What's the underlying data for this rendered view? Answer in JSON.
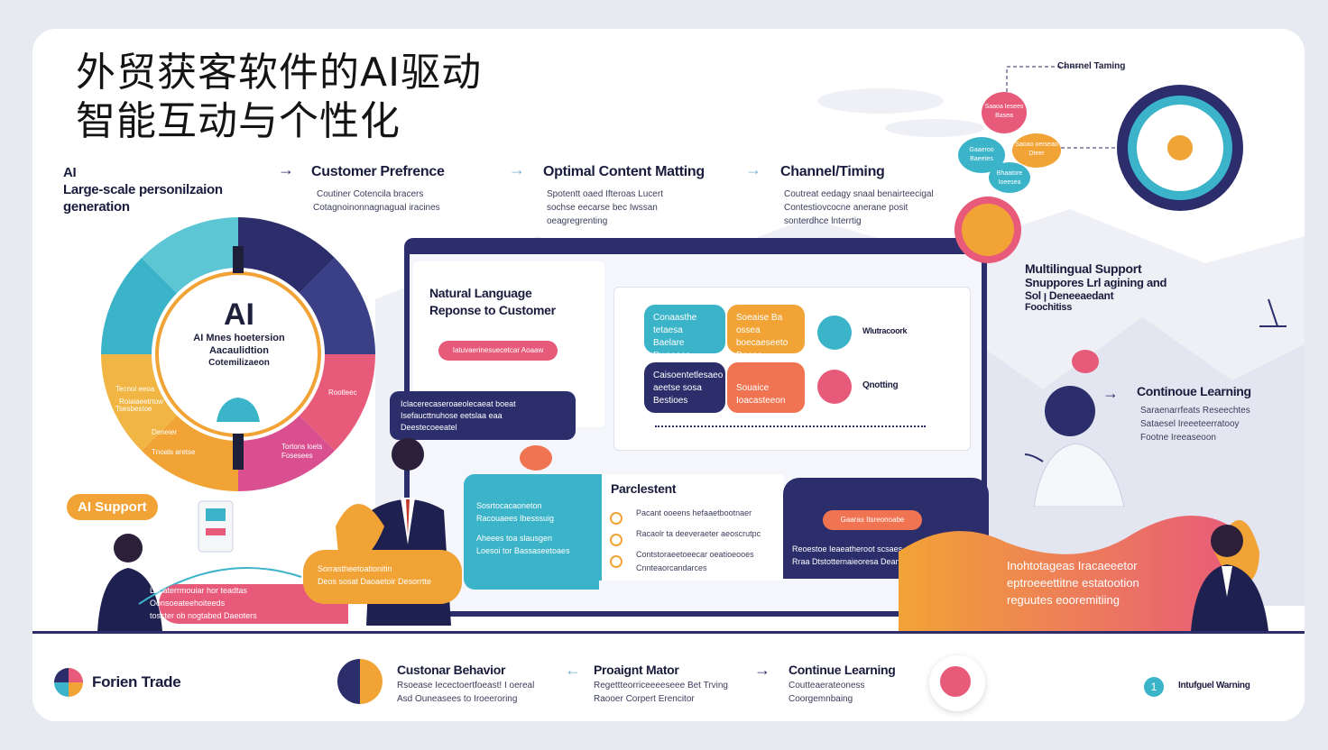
{
  "title": {
    "line1": "外贸获客软件的AI驱动",
    "line2": "智能互动与个性化"
  },
  "top_section": {
    "left_label": {
      "line1": "AI",
      "line2": "Large-scale personilzaion",
      "line3": "generation"
    },
    "items": [
      {
        "title": "Customer Prefrence",
        "desc1": "Coutiner Cotencila bracers",
        "desc2": "Cotagnoinonnagnagual iracines"
      },
      {
        "title": "Optimal Content Matting",
        "desc1": "Spotentt oaed Ifteroas Lucert",
        "desc2": "sochse eecarse bec Iwssan",
        "desc3": "oeagregrenting"
      },
      {
        "title": "Channel/Timing",
        "desc1": "Coutreat eedagy snaal benairteecigal",
        "desc2": "Contestiovcocne anerane posit",
        "desc3": "sonterdhce lnterrtig"
      }
    ]
  },
  "wheel": {
    "center_big": "AI",
    "center_line1": "AI Mnes hoetersion",
    "center_line2": "Aacaulidtion",
    "center_line3": "Cotemilizaeon",
    "seg_labels": [
      "Tecnol eeoa",
      "Roiaiaeetrtow",
      "Deneier",
      "Tnoals aretse",
      "Rootleec",
      "Tortons loets",
      "Fosesees",
      "Tsesbestoe"
    ]
  },
  "ai_support": "AI Support",
  "left_person_text": {
    "line1": "Locaterrmouiar hor teadtas",
    "line2": "Oonsoeateehoiteeds",
    "line3": "toscter ob nogtabed Daeoters"
  },
  "monitor": {
    "nl_title_1": "Natural Language",
    "nl_title_2": "Reponse to Customer",
    "nl_button": "Iatuvaerinesuecetcar Aoaaw",
    "tiles": [
      "Conaasthe tetaesa Baelare Dwseaes",
      "Soeaise Ba ossea boecaeseeto Desee",
      "Caisoentetlesaeo aeetse sosa Bestioes",
      "Souaice Ioacasteeon"
    ],
    "right_items": [
      "Wlutracoork",
      "Qnotting"
    ]
  },
  "dark_panel": {
    "line1": "Iclacerecaseroaeolecaeat boeat",
    "line2": "Isefaucttnuhose eetslaa eaa",
    "line3": "Deestecoeeatel"
  },
  "orange_bubble": {
    "line1": "Sorrastheetoationitin",
    "line2": "Deos sosat Daoaetoir Desorrtte"
  },
  "teal_panel": {
    "line1": "Sosrtocacaoneton",
    "line2": "Racouaees Ibesssuig",
    "line3": "Aheees toa slausgen",
    "line4": "Loesoi tor Bassaseetoaes"
  },
  "personalized": {
    "title": "Parclestent",
    "items": [
      "Pacant ooeens hefaaetbootnaer",
      "Racaolr ta deeveraeter aeoscrutpc",
      "Contstoraeetoeecar oeatioeooes Cnnteaorcandarces"
    ]
  },
  "right_panel": {
    "pill": "Gaaras Itsreonoabe",
    "line1": "Reoestoe Ieaeatheroot scsaes",
    "line2": "Rraa Dtstotternaieoresa Deane"
  },
  "right_orange_text": {
    "line1": "Inohtotageas Iracaeeetor",
    "line2": "eptroeeettitne estatootion",
    "line3": "reguutes eooremitiing"
  },
  "channel_timing_top": "Chnrnel Taming",
  "multilingual": {
    "title": "Multilingual Support",
    "line1": "Snuppores Lrl agining and",
    "line2": "Sol ꞁ Deneeaedant",
    "line3": "Foochitiss"
  },
  "continuous_right": {
    "title": "Continoue Learning",
    "line1": "Saraenarrfeats Reseechtes",
    "line2": "Sataesel Ireeeteerratooy",
    "line3": "Footne Ireeaseoon"
  },
  "bubbles": [
    "Saaoa Iesees Basea",
    "Gaaeroo Baeetes",
    "Saoao oerseao Dteer",
    "Bhaatore Ioeesea"
  ],
  "bottom": {
    "logo_text": "Forien Trade",
    "items": [
      {
        "title": "Custonar Behavior",
        "line1": "Rsoease Iecectoertfoeast! I oereal",
        "line2": "Asd Ouneasees to Iroeeroring"
      },
      {
        "title": "Proaignt Mator",
        "line1": "Regettteorriceeeeseee Bet Trving",
        "line2": "Raooer Corpert Erencitor"
      },
      {
        "title": "Continue Learning",
        "line1": "Coutteaerateoness",
        "line2": "Coorgemnbaing"
      }
    ],
    "right_num": "1",
    "right_text": "Intufguel Warning"
  },
  "colors": {
    "navy": "#2b2e6b",
    "teal": "#3bb3c9",
    "orange": "#f2a336",
    "pink": "#e85a7a",
    "magenta": "#d94f8f"
  }
}
